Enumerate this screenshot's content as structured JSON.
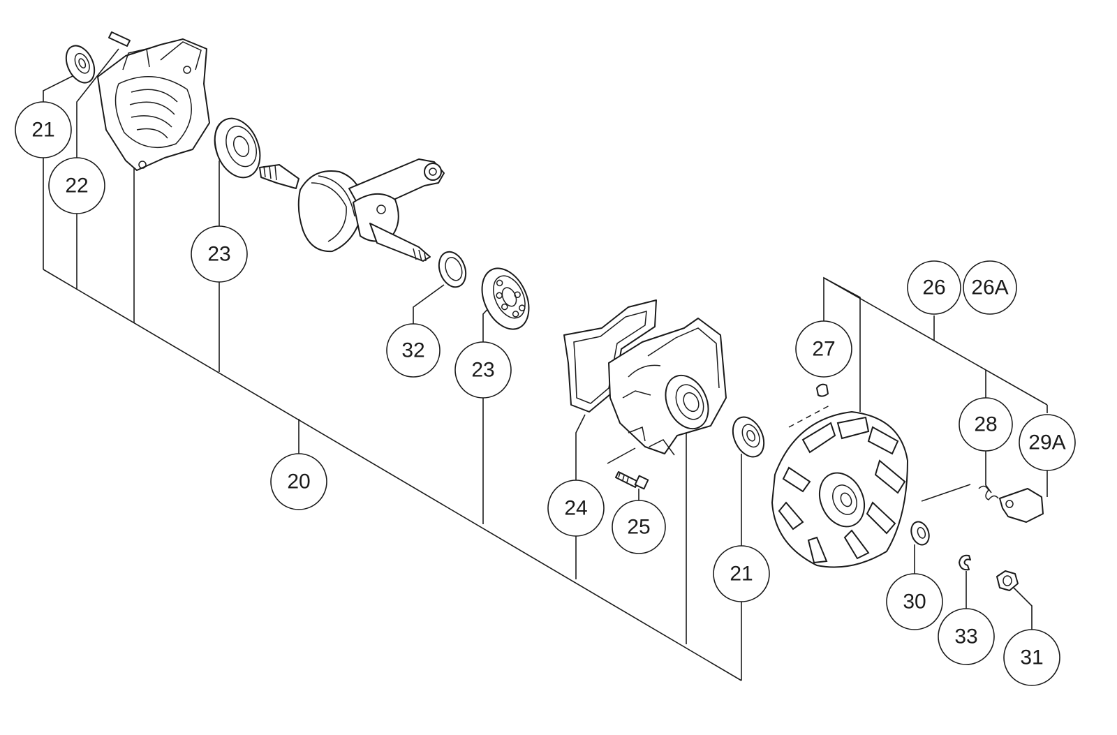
{
  "callouts": {
    "c21a": "21",
    "c22": "22",
    "c23a": "23",
    "c32": "32",
    "c23b": "23",
    "c20": "20",
    "c24": "24",
    "c25": "25",
    "c21b": "21",
    "c27": "27",
    "c26": "26",
    "c26a": "26A",
    "c28": "28",
    "c29a": "29A",
    "c30": "30",
    "c33": "33",
    "c31": "31"
  },
  "colors": {
    "ink": "#1a1a1a",
    "paper": "#ffffff"
  }
}
